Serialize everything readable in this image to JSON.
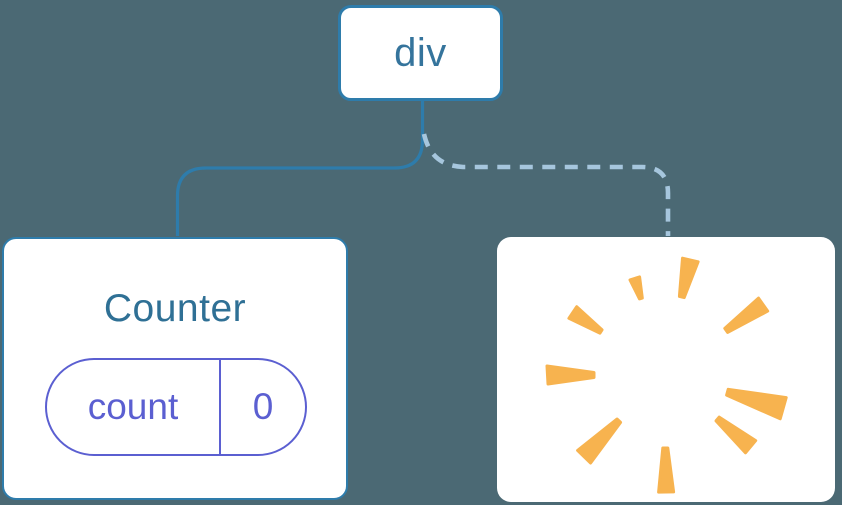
{
  "theme": {
    "background": "#4B6974",
    "card_bg": "#FFFFFF",
    "node_border": "#2E7CAB",
    "node_text": "#35749C",
    "title_text": "#2F7095",
    "connector_solid": "#2E7CAB",
    "connector_dashed": "#A6C6DD",
    "state_accent": "#5B5FD1",
    "poof_color": "#F7B34F"
  },
  "tree": {
    "root": {
      "label": "div"
    },
    "children": [
      {
        "type": "component",
        "title": "Counter",
        "connector": "solid",
        "state": {
          "key": "count",
          "value": "0"
        }
      },
      {
        "type": "removed",
        "connector": "dashed",
        "icon": "poof-icon"
      }
    ]
  }
}
